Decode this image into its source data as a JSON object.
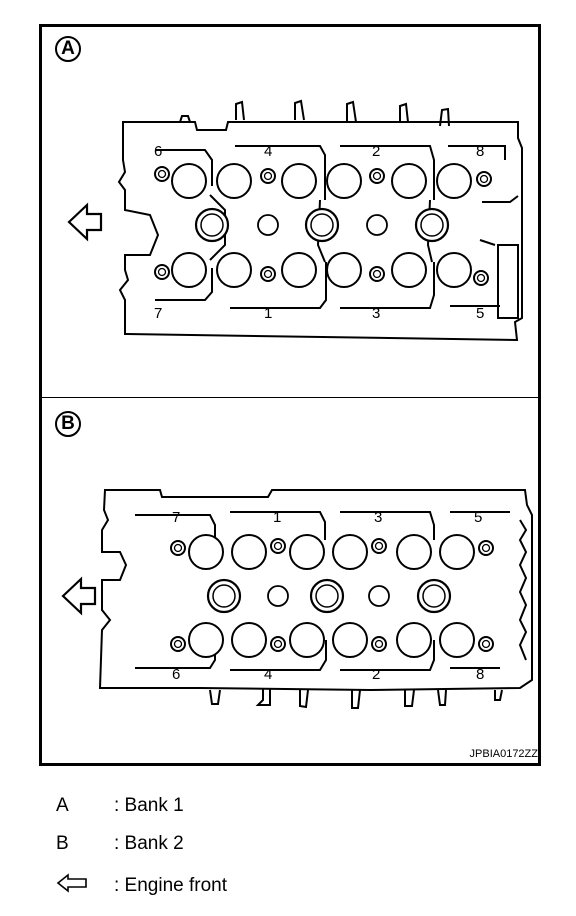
{
  "panel_a": {
    "badge": "A",
    "bolt_numbers_top": [
      "6",
      "4",
      "2",
      "8"
    ],
    "bolt_numbers_bottom": [
      "7",
      "1",
      "3",
      "5"
    ]
  },
  "panel_b": {
    "badge": "B",
    "bolt_numbers_top": [
      "7",
      "1",
      "3",
      "5"
    ],
    "bolt_numbers_bottom": [
      "6",
      "4",
      "2",
      "8"
    ]
  },
  "figure_id": "JPBIA0172ZZ",
  "legend": [
    {
      "key": "A",
      "desc": ": Bank 1"
    },
    {
      "key": "B",
      "desc": ": Bank 2"
    },
    {
      "key_icon": "left-arrow-icon",
      "desc": ": Engine front"
    }
  ]
}
